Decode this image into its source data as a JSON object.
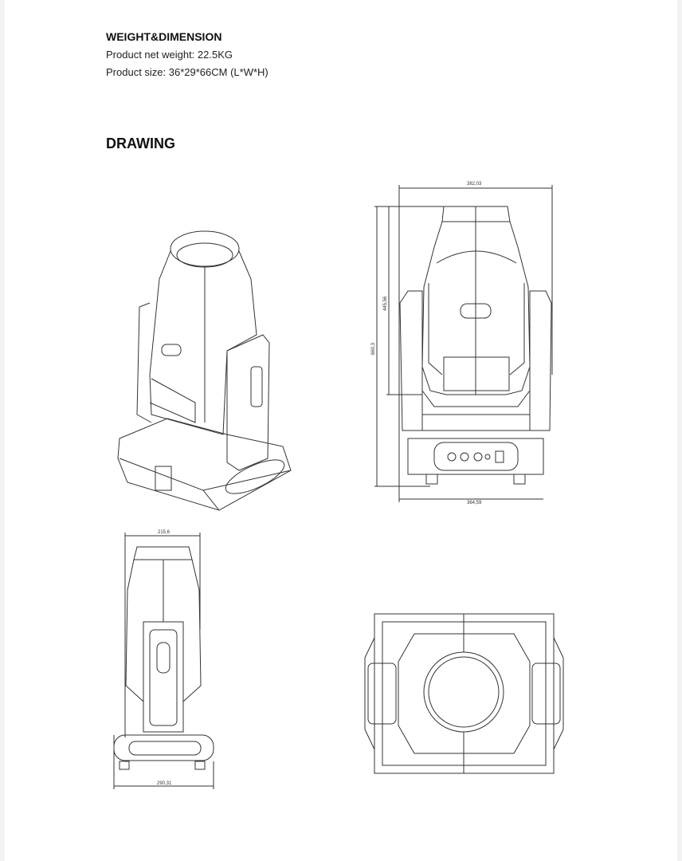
{
  "section_weight": {
    "heading": "WEIGHT&DIMENSION",
    "net_weight": "Product net weight: 22.5KG",
    "size": "Product size: 36*29*66CM (L*W*H)"
  },
  "section_drawing": {
    "heading": "DRAWING",
    "front_view": {
      "width_top": "382,03",
      "width_bottom": "364,59",
      "height_head": "445,56",
      "height_total": "660,3"
    },
    "side_view": {
      "width_top": "215,6",
      "width_bottom": "290,31"
    }
  }
}
